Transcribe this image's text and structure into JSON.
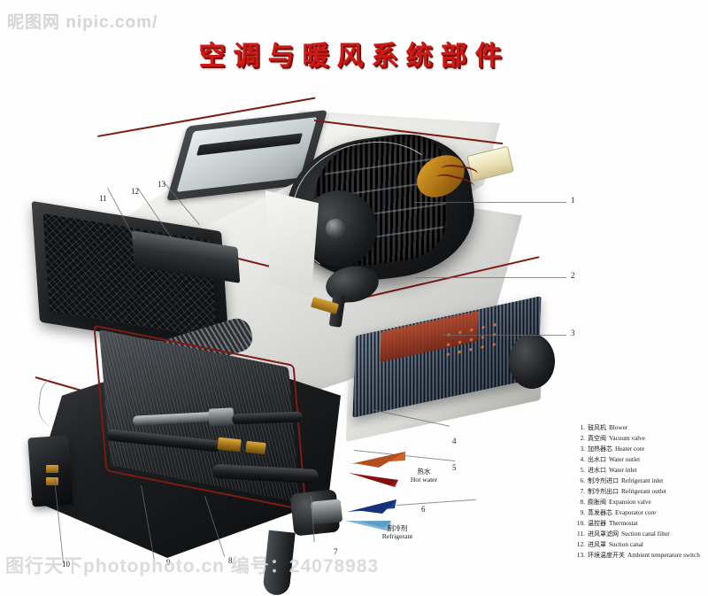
{
  "page": {
    "title_cn": "空调与暖风系统部件",
    "background_color": "#fefefe",
    "title_color": "#cc1b16"
  },
  "watermarks": {
    "top": "昵图网 nipic.com/",
    "bottom": "图行天下photophoto.cn  编号：24078983"
  },
  "legend": {
    "items": [
      {
        "num": "1.",
        "cn": "鼓风机",
        "en": "Blower"
      },
      {
        "num": "2.",
        "cn": "真空阀",
        "en": "Vacuum valve"
      },
      {
        "num": "3.",
        "cn": "加热器芯",
        "en": "Heater core"
      },
      {
        "num": "4.",
        "cn": "出水口",
        "en": "Water outlet"
      },
      {
        "num": "5.",
        "cn": "进水口",
        "en": "Water inlet"
      },
      {
        "num": "6.",
        "cn": "制冷剂进口",
        "en": "Refrigerant inlet"
      },
      {
        "num": "7.",
        "cn": "制冷剂出口",
        "en": "Refrigerant outlet"
      },
      {
        "num": "8.",
        "cn": "膨胀阀",
        "en": "Expansion valve"
      },
      {
        "num": "9.",
        "cn": "蒸发器芯",
        "en": "Evaporator core"
      },
      {
        "num": "10.",
        "cn": "温控器",
        "en": "Thermostat"
      },
      {
        "num": "11.",
        "cn": "进风罩滤网",
        "en": "Suction canal filter"
      },
      {
        "num": "12.",
        "cn": "进风罩",
        "en": "Suction canal"
      },
      {
        "num": "13.",
        "cn": "环境温度开关",
        "en": "Ambient temperature switch"
      }
    ]
  },
  "callouts": {
    "c1": "1",
    "c2": "2",
    "c3": "3",
    "c4": "4",
    "c5": "5",
    "c6": "6",
    "c7": "7",
    "c8": "8",
    "c9": "9",
    "c10": "10",
    "c11": "11",
    "c12": "12",
    "c13": "13"
  },
  "flow_labels": {
    "hot_water": {
      "cn": "热水",
      "en": "Hot water",
      "colors": [
        "#d2622a",
        "#9e1414"
      ]
    },
    "refrigerant": {
      "cn": "制冷剂",
      "en": "Refrigerant",
      "colors": [
        "#1d3f8f",
        "#7fb6d6"
      ]
    }
  }
}
